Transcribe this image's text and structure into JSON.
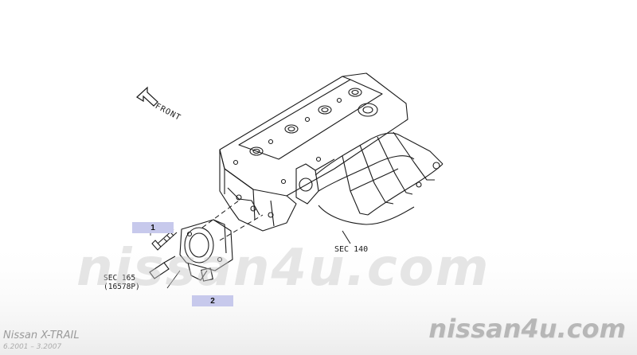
{
  "diagram": {
    "direction_label": "FRONT",
    "manifold_ref": "SEC 140",
    "sensor_ref_line1": "SEC 165",
    "sensor_ref_line2": "(16578P)",
    "callouts": [
      {
        "number": "1"
      },
      {
        "number": "2"
      }
    ]
  },
  "footer": {
    "model": "Nissan X-TRAIL",
    "years": "6.2001 – 3.2007"
  },
  "watermark": {
    "center": "nissan4u.com",
    "corner": "nissan4u.com"
  },
  "colors": {
    "line": "#1a1a1a",
    "callout_bg": "#c7c9ec",
    "watermark": "#b7b7b7",
    "footer_text": "#9a9a9a"
  }
}
